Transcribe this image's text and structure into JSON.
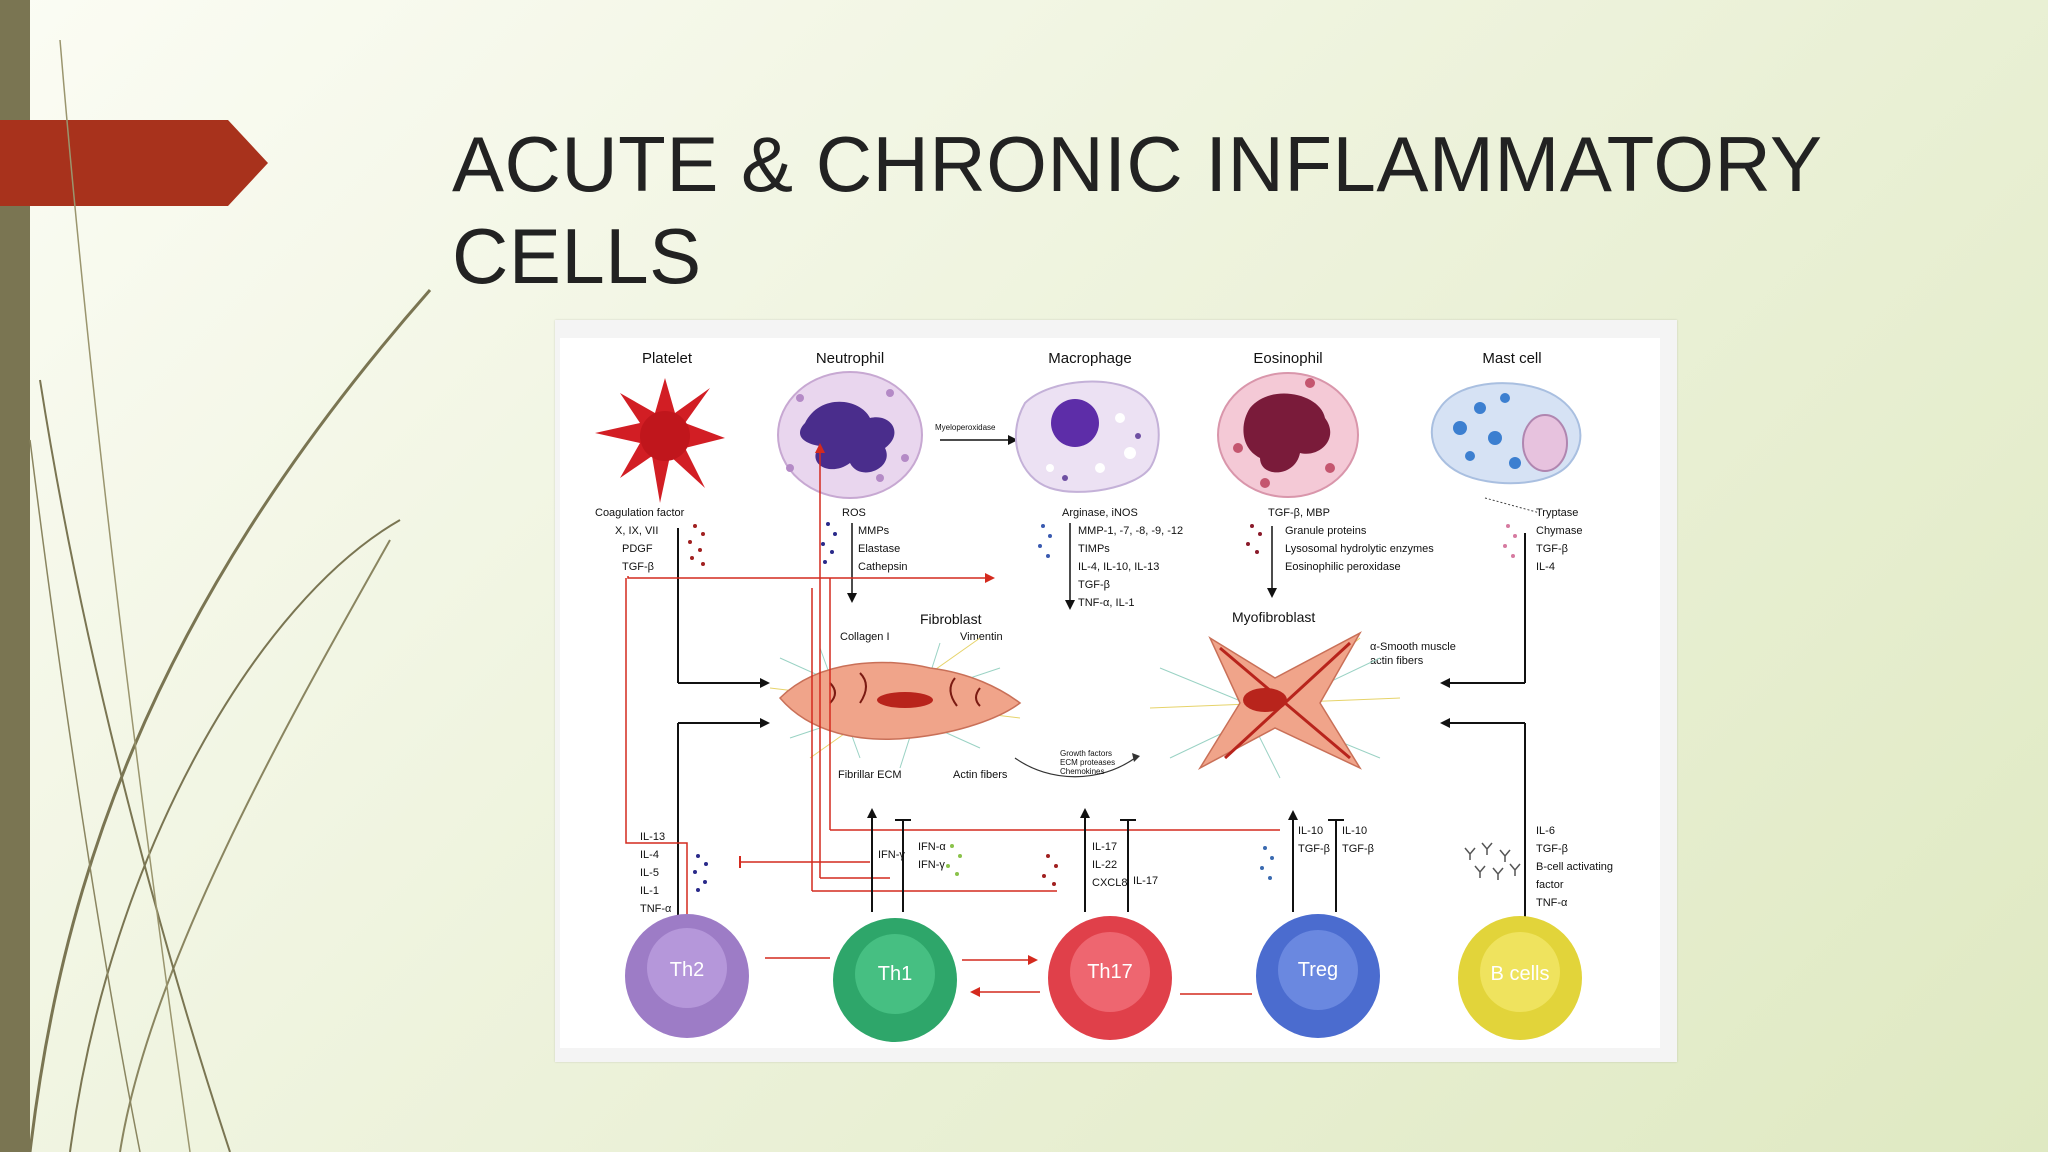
{
  "slide": {
    "title_line1": "ACUTE & CHRONIC INFLAMMATORY",
    "title_line2": "CELLS"
  },
  "colors": {
    "accent_arrow": "#a8321c",
    "left_bar": "#7a7552",
    "red_line": "#d42a1e"
  },
  "diagram": {
    "top_cells": [
      "Platelet",
      "Neutrophil",
      "Macrophage",
      "Eosinophil",
      "Mast cell"
    ],
    "myeloperoxidase": "Myeloperoxidase",
    "platelet_factors": [
      "Coagulation factor",
      "X, IX, VII",
      "PDGF",
      "TGF-β"
    ],
    "neutrophil_factors": [
      "ROS",
      "MMPs",
      "Elastase",
      "Cathepsin"
    ],
    "macrophage_factors": [
      "Arginase, iNOS",
      "MMP-1, -7, -8, -9, -12",
      "TIMPs",
      "IL-4, IL-10, IL-13",
      "TGF-β",
      "TNF-α, IL-1"
    ],
    "eosinophil_factors": [
      "TGF-β, MBP",
      "Granule proteins",
      "Lysosomal hydrolytic enzymes",
      "Eosinophilic peroxidase"
    ],
    "mast_factors": [
      "Tryptase",
      "Chymase",
      "TGF-β",
      "IL-4"
    ],
    "fibroblast": "Fibroblast",
    "collagen": "Collagen  I",
    "vimentin": "Vimentin",
    "fibrillar_ecm": "Fibrillar ECM",
    "actin_fibers": "Actin fibers",
    "myofibroblast": "Myofibroblast",
    "smooth_muscle": [
      "α-Smooth muscle",
      "actin fibers"
    ],
    "transition": [
      "Growth factors",
      "ECM proteases",
      "Chemokines"
    ],
    "th2_factors": [
      "IL-13",
      "IL-4",
      "IL-5",
      "IL-1",
      "TNF-α"
    ],
    "th1_ifn_g": "IFN-γ",
    "th1_factors": [
      "IFN-α",
      "IFN-γ"
    ],
    "th17_factors": [
      "IL-17",
      "IL-22",
      "CXCL8"
    ],
    "th17_il17": "IL-17",
    "treg_factors_1": [
      "IL-10",
      "TGF-β"
    ],
    "treg_factors_2": [
      "IL-10",
      "TGF-β"
    ],
    "bcell_factors": [
      "IL-6",
      "TGF-β",
      "B-cell activating",
      "factor",
      "TNF-α"
    ],
    "bottom_cells": [
      "Th2",
      "Th1",
      "Th17",
      "Treg",
      "B cells"
    ]
  }
}
